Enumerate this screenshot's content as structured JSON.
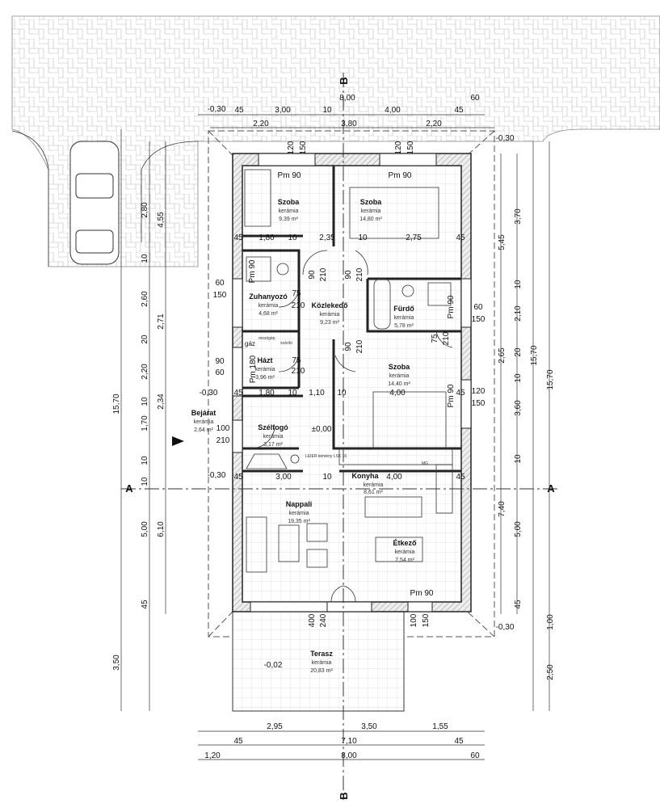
{
  "axes": {
    "a_left": "A",
    "a_right": "A",
    "b_top": "B",
    "b_bottom": "B"
  },
  "rooms": [
    {
      "name": "Szoba",
      "floor": "kerámia",
      "area": "9,39 m²"
    },
    {
      "name": "Szoba",
      "floor": "kerámia",
      "area": "14,80 m²"
    },
    {
      "name": "Zuhanyozó",
      "floor": "kerámia",
      "area": "4,68 m²"
    },
    {
      "name": "Közlekedő",
      "floor": "kerámia",
      "area": "9,23 m²"
    },
    {
      "name": "Fürdő",
      "floor": "kerámia",
      "area": "5,78 m²"
    },
    {
      "name": "Házt",
      "floor": "kerámia",
      "area": "3,96 m²"
    },
    {
      "name": "Szoba",
      "floor": "kerámia",
      "area": "14,40 m²"
    },
    {
      "name": "Bejárat",
      "floor": "kerámia",
      "area": "2,64 m²"
    },
    {
      "name": "Szélfogó",
      "floor": "kerámia",
      "area": "3,17 m²"
    },
    {
      "name": "Konyha",
      "floor": "kerámia",
      "area": "8,61 m²"
    },
    {
      "name": "Nappali",
      "floor": "kerámia",
      "area": "19,35 m²"
    },
    {
      "name": "Étkező",
      "floor": "kerámia",
      "area": "7,54 m²"
    },
    {
      "name": "Terasz",
      "floor": "kerámia",
      "area": "20,83 m²"
    }
  ],
  "levels": {
    "entry_top": "-0,30",
    "entry_bottom": "-0,30",
    "floor": "±0,00",
    "terrace": "-0,02",
    "top_right": "-0,30",
    "bottom_right": "-0,30",
    "top_left": "-0,30"
  },
  "windows": [
    "Pm 90",
    "Pm 90",
    "Pm 90",
    "Pm 90",
    "Pm 90",
    "Pm 90",
    "Pm 180"
  ],
  "fixtures": {
    "gas": "gáz",
    "boiler": "LEIER kémény LSK 16",
    "mg": "MG",
    "washer": "mosógép",
    "dryer": "szárító"
  },
  "dims_top": [
    "-0,30",
    "45",
    "3,00",
    "10",
    "4,00",
    "45",
    "60",
    "2,20",
    "3,80",
    "2,20",
    "8,00"
  ],
  "dims_bottom": [
    "2,95",
    "3,50",
    "1,55",
    "45",
    "7,10",
    "45",
    "1,20",
    "8,00",
    "60"
  ],
  "dims_left": [
    "15,70",
    "3,50",
    "2,80",
    "4,55",
    "2,60",
    "2,71",
    "2,20",
    "2,34",
    "1,70",
    "5,00",
    "6,10",
    "45",
    "10",
    "10",
    "20",
    "10",
    "10"
  ],
  "dims_right": [
    "5,45",
    "2,65",
    "7,40",
    "3,70",
    "2,10",
    "3,60",
    "5,00",
    "15,70",
    "15,70",
    "1,00",
    "2,50",
    "10",
    "20",
    "10",
    "10",
    "45"
  ],
  "dims_inner": [
    "45",
    "1,80",
    "10",
    "2,35",
    "10",
    "2,75",
    "45",
    "45",
    "1,80",
    "10",
    "1,10",
    "10",
    "4,00",
    "45",
    "45",
    "3,00",
    "10",
    "4,00",
    "45",
    "120",
    "150",
    "120",
    "150",
    "60",
    "150",
    "90",
    "60",
    "100",
    "210",
    "400",
    "240",
    "100",
    "150",
    "60",
    "150",
    "120",
    "150"
  ],
  "doors": [
    "90",
    "210",
    "90",
    "210",
    "75",
    "210",
    "75",
    "210",
    "90",
    "210",
    "75",
    "210"
  ]
}
